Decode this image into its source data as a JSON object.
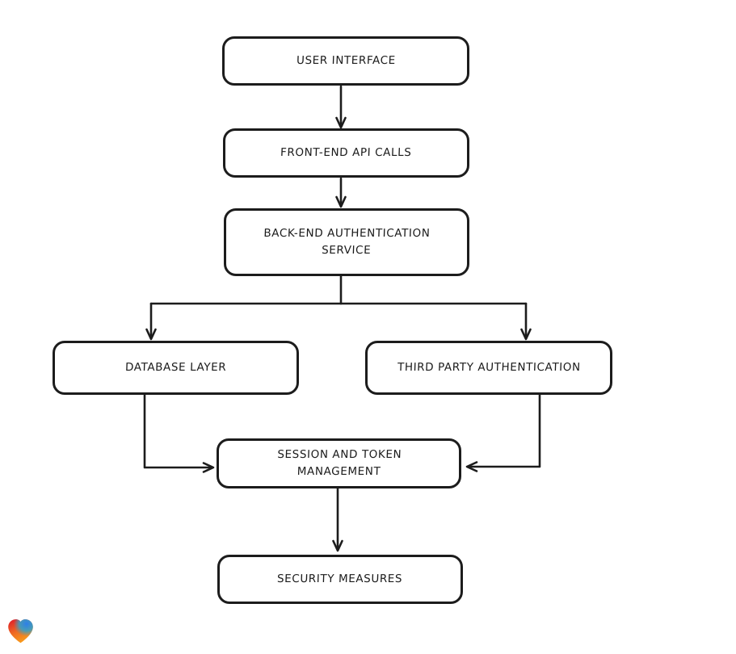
{
  "page": {
    "background": "#ffffff"
  },
  "diagram": {
    "type": "flowchart",
    "style": {
      "stroke": "#1c1c1c",
      "node_fill": "#ffffff",
      "text_color": "#1a1a1a"
    },
    "nodes": [
      {
        "id": "user-interface",
        "label": "USER INTERFACE"
      },
      {
        "id": "front-end-api-calls",
        "label": "FRONT-END API CALLS"
      },
      {
        "id": "back-end-authentication-service",
        "label": "BACK-END AUTHENTICATION\nSERVICE"
      },
      {
        "id": "database-layer",
        "label": "DATABASE LAYER"
      },
      {
        "id": "third-party-authentication",
        "label": "THIRD PARTY AUTHENTICATION"
      },
      {
        "id": "session-and-token-management",
        "label": "SESSION AND TOKEN\nMANAGEMENT"
      },
      {
        "id": "security-measures",
        "label": "SECURITY MEASURES"
      }
    ],
    "edges": [
      {
        "from": "user-interface",
        "to": "front-end-api-calls"
      },
      {
        "from": "front-end-api-calls",
        "to": "back-end-authentication-service"
      },
      {
        "from": "back-end-authentication-service",
        "to": "database-layer"
      },
      {
        "from": "back-end-authentication-service",
        "to": "third-party-authentication"
      },
      {
        "from": "database-layer",
        "to": "session-and-token-management"
      },
      {
        "from": "third-party-authentication",
        "to": "session-and-token-management"
      },
      {
        "from": "session-and-token-management",
        "to": "security-measures"
      }
    ]
  },
  "logo": {
    "name": "gradient-heart-watermark",
    "colors": [
      "#e02529",
      "#2e7fe9",
      "#f9a01b"
    ]
  }
}
